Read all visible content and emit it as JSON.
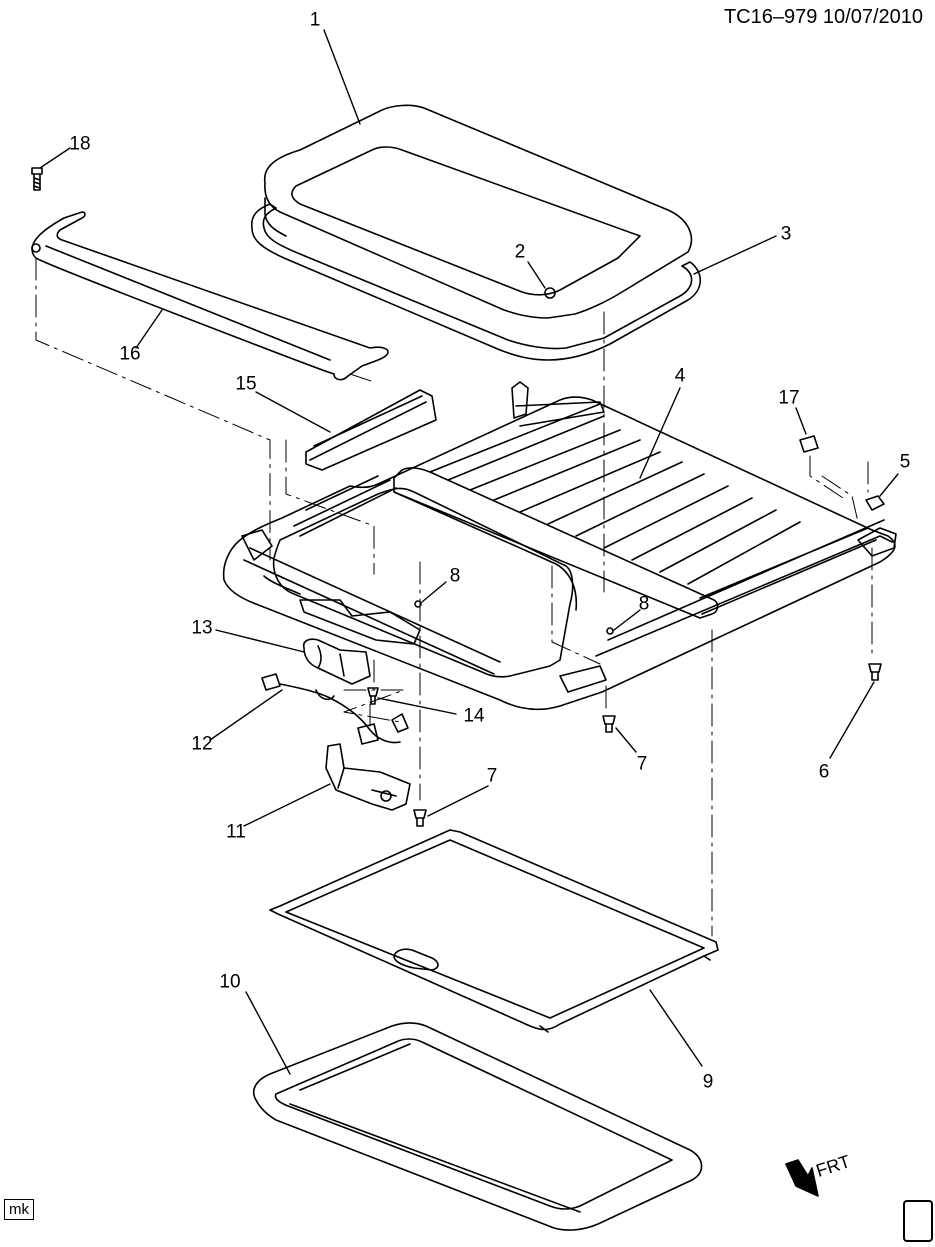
{
  "header": {
    "doc_id": "TC16–979  10/07/2010"
  },
  "footer": {
    "author_tag": "mk",
    "direction_label": "FRT"
  },
  "callouts": [
    "1",
    "2",
    "3",
    "4",
    "5",
    "6",
    "7",
    "7",
    "8",
    "8",
    "9",
    "10",
    "11",
    "12",
    "13",
    "14",
    "15",
    "16",
    "17",
    "18"
  ]
}
